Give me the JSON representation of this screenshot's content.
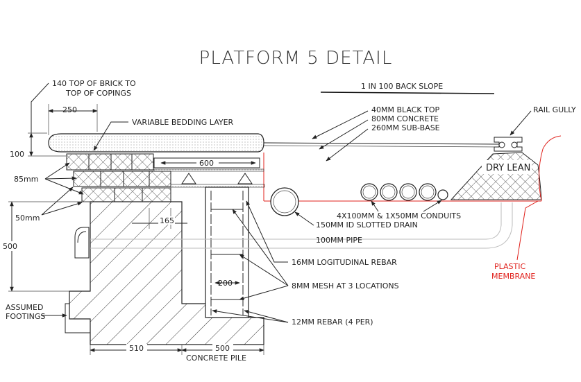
{
  "title": "PLATFORM 5 DETAIL",
  "labels": {
    "top_brick": "140 TOP OF BRICK TO",
    "top_copings": "TOP OF COPINGS",
    "bedding": "VARIABLE BEDDING LAYER",
    "back_slope": "1 IN 100 BACK SLOPE",
    "black_top": "40MM BLACK TOP",
    "concrete": "80MM CONCRETE",
    "sub_base": "260MM SUB-BASE",
    "rail_gully": "RAIL GULLY",
    "dry_lean": "DRY LEAN",
    "conduits": "4X100MM & 1X50MM CONDUITS",
    "slotted_drain": "150MM ID SLOTTED DRAIN",
    "pipe_100": "100MM PIPE",
    "long_rebar": "16MM LOGITUDINAL REBAR",
    "mesh": "8MM MESH AT 3 LOCATIONS",
    "rebar_12": "12MM REBAR (4 PER)",
    "plastic": "PLASTIC",
    "membrane": "MEMBRANE",
    "assumed": "ASSUMED",
    "footings": "FOOTINGS",
    "concrete_pile": "CONCRETE PILE"
  },
  "dimensions": {
    "d250": "250",
    "d100": "100",
    "d85": "85mm",
    "d50": "50mm",
    "d500_left": "500",
    "d600": "600",
    "d165": "165",
    "d200": "200",
    "d510": "510",
    "d500_bottom": "500"
  },
  "colors": {
    "line": "#222222",
    "membrane": "#e0201b",
    "pipe": "#bbbbbb"
  }
}
